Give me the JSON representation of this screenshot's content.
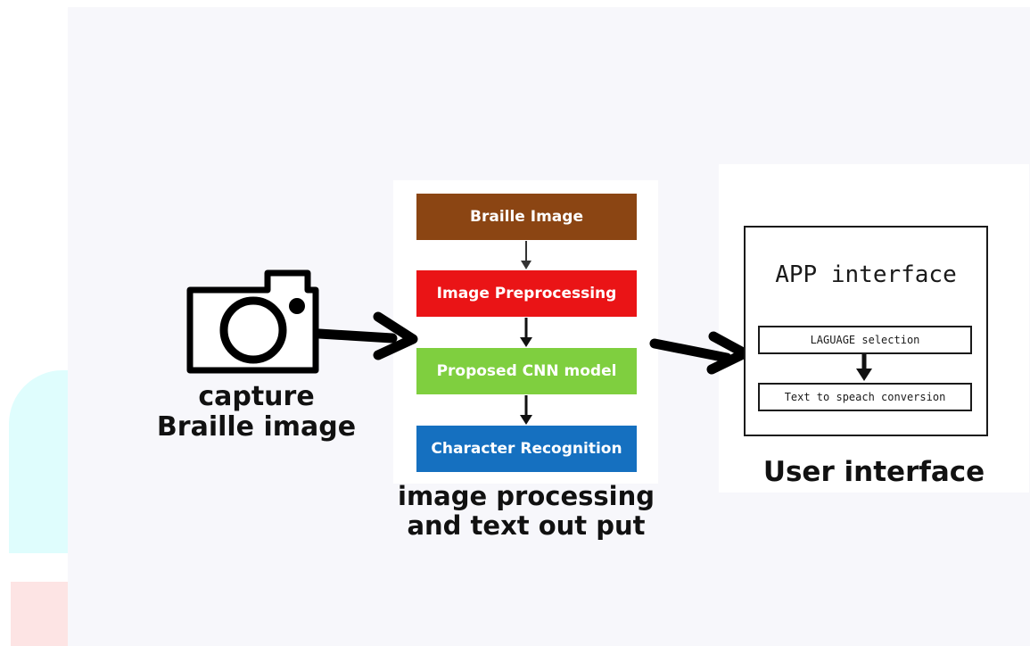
{
  "camera_caption": [
    "capture",
    "Braille image"
  ],
  "pipeline": {
    "steps": [
      {
        "label": "Braille Image",
        "color": "#8b4513"
      },
      {
        "label": "Image Preprocessing",
        "color": "#ea1416"
      },
      {
        "label": "Proposed CNN model",
        "color": "#7fcf3f"
      },
      {
        "label": "Character Recognition",
        "color": "#1570c0"
      }
    ],
    "caption": [
      "image processing",
      "and text out put"
    ]
  },
  "app": {
    "title": "APP interface",
    "rows": [
      "LAGUAGE selection",
      "Text to speach conversion"
    ],
    "caption": "User interface"
  },
  "icons": {
    "camera": "camera-icon",
    "arrows": [
      "arrow-right-icon",
      "arrow-down-icon"
    ]
  }
}
